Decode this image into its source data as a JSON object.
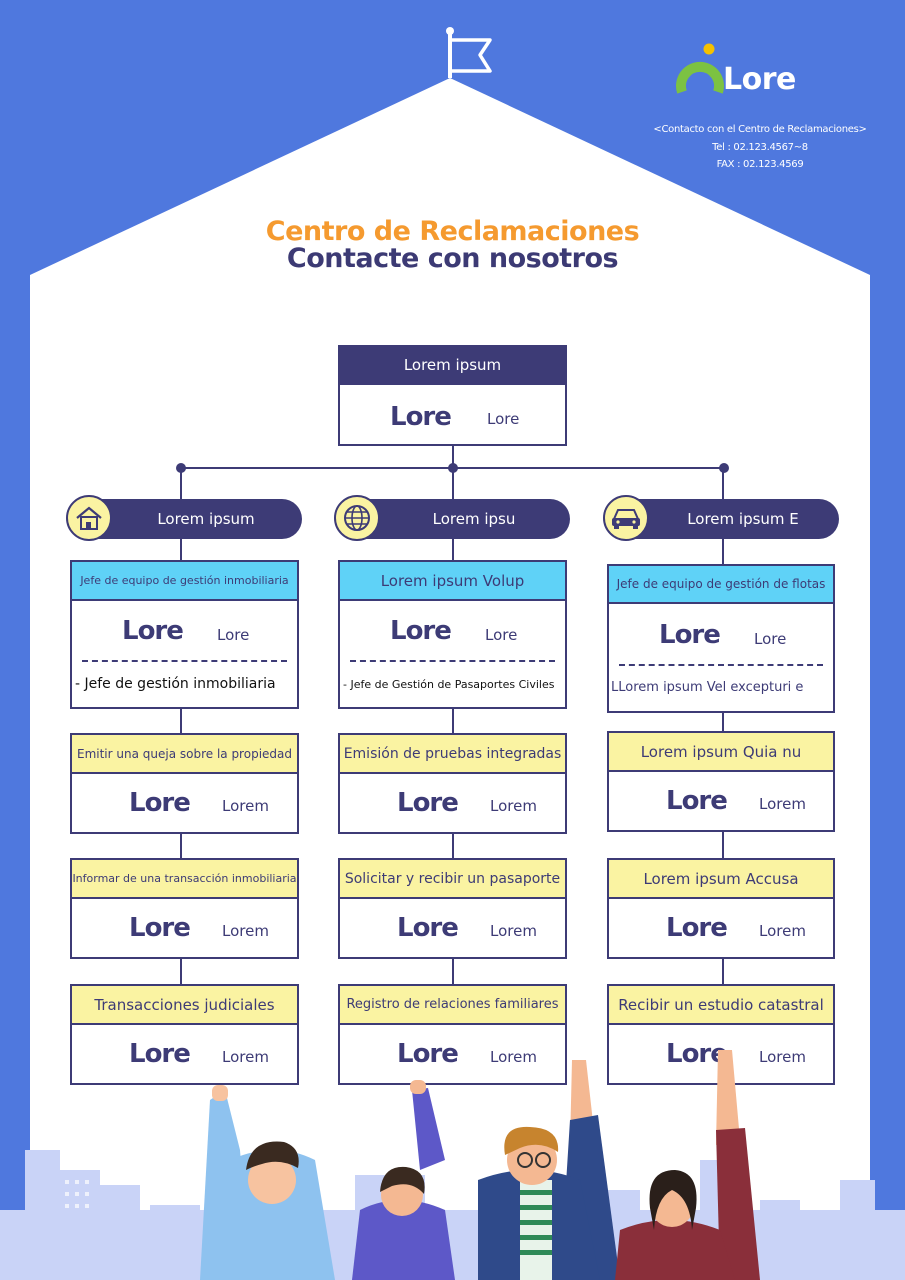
{
  "header": {
    "logo_text": "Lore",
    "contact_title": "<Contacto con el Centro de Reclamaciones>",
    "tel": "Tel : 02.123.4567~8",
    "fax": "FAX : 02.123.4569"
  },
  "titles": {
    "main": "Centro de Reclamaciones",
    "sub": "Contacte con nosotros"
  },
  "root": {
    "head": "Lorem ipsum",
    "big": "Lore",
    "small": "Lore"
  },
  "departments": [
    {
      "pill": "Lorem ipsum",
      "icon": "house-icon",
      "manager": {
        "head": "Jefe de equipo de gestión inmobiliaria",
        "big": "Lore",
        "small": "Lore",
        "note": "- Jefe de gestión inmobiliaria"
      },
      "services": [
        {
          "head": "Emitir una queja sobre la propiedad",
          "big": "Lore",
          "small": "Lorem"
        },
        {
          "head": "Informar de una transacción inmobiliaria",
          "big": "Lore",
          "small": "Lorem"
        },
        {
          "head": "Transacciones judiciales",
          "big": "Lore",
          "small": "Lorem"
        }
      ]
    },
    {
      "pill": "Lorem ipsu",
      "icon": "globe-icon",
      "manager": {
        "head": "Lorem ipsum Volup",
        "big": "Lore",
        "small": "Lore",
        "note": "- Jefe de Gestión de Pasaportes Civiles"
      },
      "services": [
        {
          "head": "Emisión de pruebas integradas",
          "big": "Lore",
          "small": "Lorem"
        },
        {
          "head": "Solicitar y recibir un pasaporte",
          "big": "Lore",
          "small": "Lorem"
        },
        {
          "head": "Registro de relaciones familiares",
          "big": "Lore",
          "small": "Lorem"
        }
      ]
    },
    {
      "pill": "Lorem ipsum E",
      "icon": "car-icon",
      "manager": {
        "head": "Jefe de equipo de gestión de flotas",
        "big": "Lore",
        "small": "Lore",
        "note": "LLorem ipsum Vel excepturi e"
      },
      "services": [
        {
          "head": "Lorem ipsum Quia nu",
          "big": "Lore",
          "small": "Lorem"
        },
        {
          "head": "Lorem ipsum Accusa",
          "big": "Lore",
          "small": "Lorem"
        },
        {
          "head": "Recibir un estudio catastral",
          "big": "Lore",
          "small": "Lorem"
        }
      ]
    }
  ],
  "colors": {
    "background": "#4f78de",
    "navy": "#3d3b76",
    "orange": "#f59a2f",
    "cyan": "#5fd2f7",
    "yellow": "#faf3a2",
    "logo_green": "#7cc242",
    "logo_yellow": "#f5c100"
  }
}
